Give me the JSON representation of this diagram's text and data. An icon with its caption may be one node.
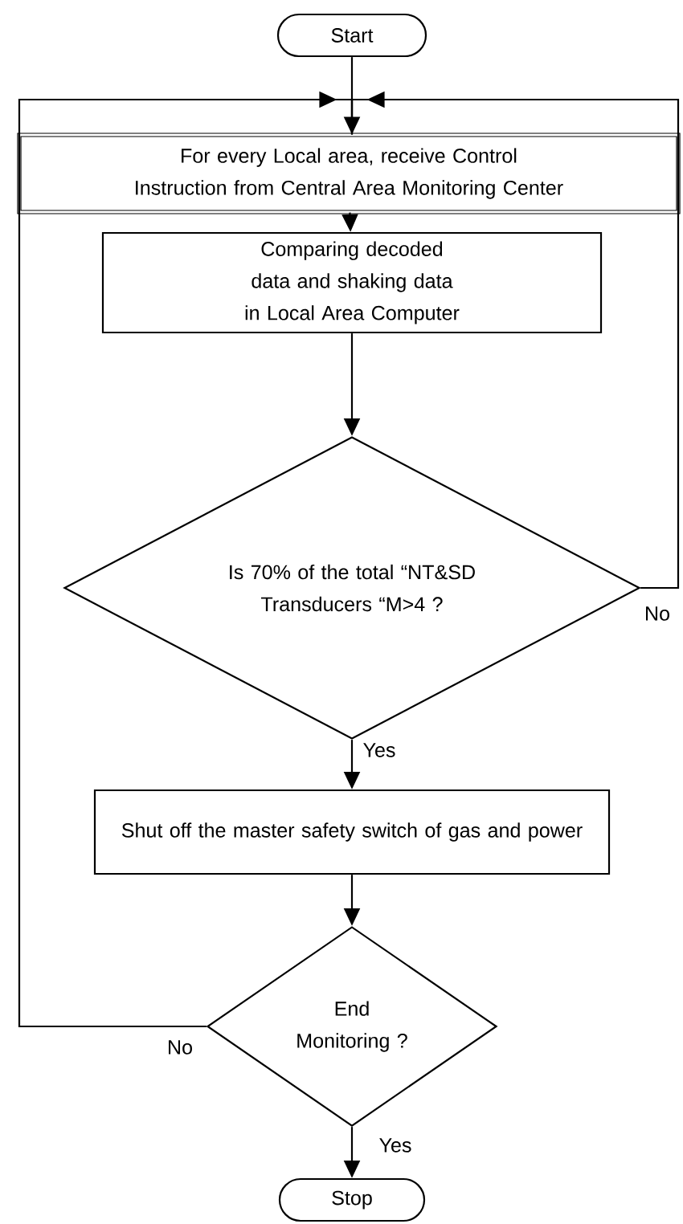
{
  "diagram": {
    "nodes": [
      {
        "text": [
          "Start"
        ]
      },
      {
        "text": [
          "For every Local area, receive Control Instruction from Central Area Monitoring Center"
        ]
      },
      {
        "text": [
          "Comparing decoded data and shaking data in Local Area Computer"
        ]
      },
      {
        "text": [
          "Is 70% of the total “NT&SD Transducers “M>4 ?"
        ]
      },
      {
        "text": [
          "Shut off the master safety switch of gas and power"
        ]
      },
      {
        "text": [
          "End Monitoring ?"
        ]
      },
      {
        "text": [
          "Stop"
        ]
      }
    ],
    "edges": [
      {
        "from": 0,
        "to": 1,
        "arrow": "to"
      },
      {
        "from": 1,
        "to": 2,
        "arrow": "to"
      },
      {
        "from": 2,
        "to": 3,
        "arrow": "to"
      },
      {
        "from": 3,
        "to": 4,
        "arrow": "to",
        "label": "Yes"
      },
      {
        "from": 3,
        "to": 1,
        "arrow": "to",
        "label": "No"
      },
      {
        "from": 4,
        "to": 5,
        "arrow": "to"
      },
      {
        "from": 5,
        "to": 6,
        "arrow": "to",
        "label": "Yes"
      },
      {
        "from": 5,
        "to": 1,
        "arrow": "to",
        "label": "No"
      }
    ]
  }
}
